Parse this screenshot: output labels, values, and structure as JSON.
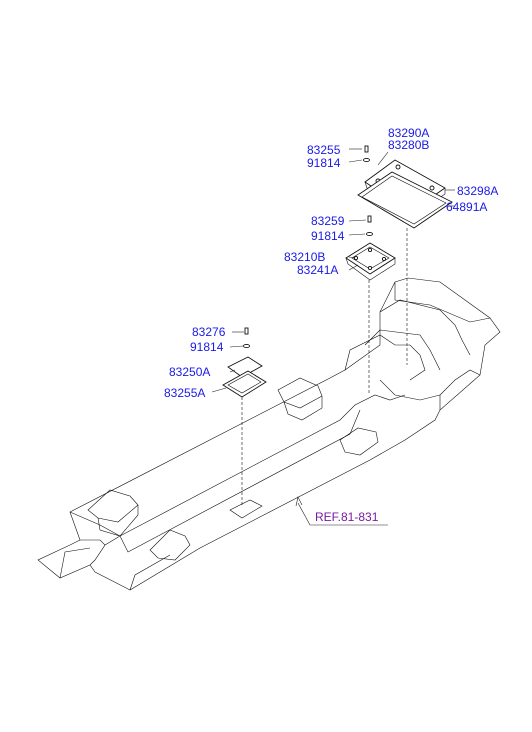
{
  "labels": {
    "p83290A": "83290A",
    "p83280B": "83280B",
    "p83255_top": "83255",
    "p91814_top": "91814",
    "p83298A": "83298A",
    "p64891A": "64891A",
    "p83259": "83259",
    "p91814_mid": "91814",
    "p83210B": "83210B",
    "p83241A": "83241A",
    "p83276": "83276",
    "p91814_low": "91814",
    "p83250A": "83250A",
    "p83255A": "83255A"
  },
  "reference": "REF.81-831",
  "colors": {
    "part_number": "#1a1ae6",
    "reference": "#7a1aa0",
    "line": "#111111"
  }
}
